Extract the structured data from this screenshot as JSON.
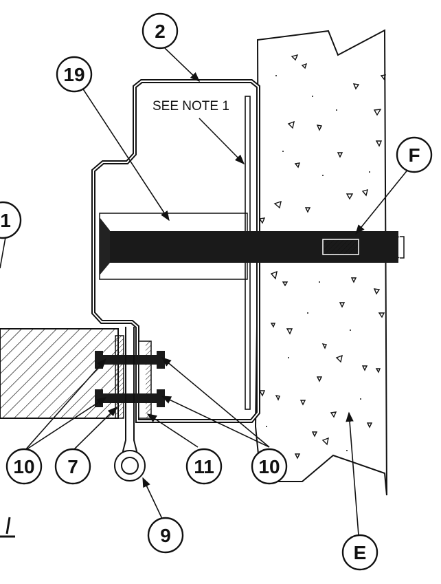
{
  "note": "SEE NOTE 1",
  "callouts": {
    "c1": "1",
    "c2": "2",
    "c19": "19",
    "cF": "F",
    "c10a": "10",
    "c7": "7",
    "c11": "11",
    "c10b": "10",
    "c9": "9",
    "cE": "E"
  },
  "colors": {
    "ink": "#111111",
    "paper": "#ffffff"
  }
}
